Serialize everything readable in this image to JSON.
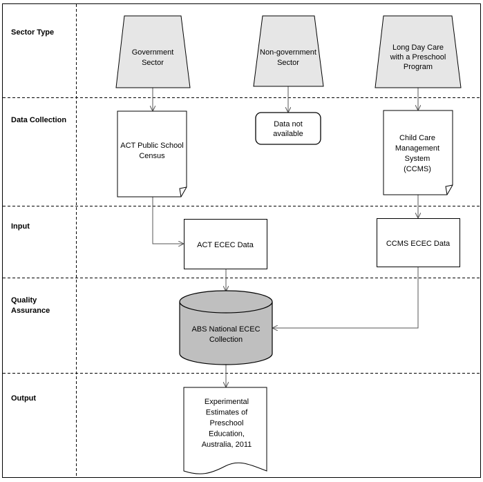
{
  "rows": {
    "sector_type": "Sector Type",
    "data_collection": "Data Collection",
    "input": "Input",
    "quality_assurance": [
      "Quality",
      "Assurance"
    ],
    "output": "Output"
  },
  "nodes": {
    "government_sector": [
      "Government",
      "Sector"
    ],
    "non_government_sector": [
      "Non-government",
      "Sector"
    ],
    "long_day_care": [
      "Long Day Care",
      "with a Preschool",
      "Program"
    ],
    "act_public_school_census": [
      "ACT Public School",
      "Census"
    ],
    "data_not_available": [
      "Data not",
      "available"
    ],
    "ccms": [
      "Child Care",
      "Management",
      "System",
      "(CCMS)"
    ],
    "act_ecec_data": "ACT ECEC Data",
    "ccms_ecec_data": "CCMS ECEC Data",
    "abs_collection": [
      "ABS National ECEC",
      "Collection"
    ],
    "experimental_estimates": [
      "Experimental",
      "Estimates of",
      "Preschool",
      "Education,",
      "Australia, 2011"
    ]
  },
  "colors": {
    "trapezoid_fill": "#e6e6e6",
    "cylinder_fill": "#bfbfbf",
    "stroke": "#000000",
    "connector": "#555555",
    "divider": "#000000"
  }
}
